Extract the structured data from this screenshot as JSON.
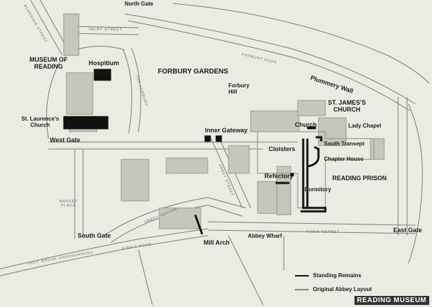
{
  "map": {
    "labels": {
      "north_gate": "North Gate",
      "museum_of_reading": "MUSEUM OF READING",
      "hospitium": "Hospitium",
      "forbury_gardens": "FORBURY GARDENS",
      "plummery_wall": "Plummery Wall",
      "forbury_hill": "Forbury Hill",
      "st_james_church": "ST. JAMES'S CHURCH",
      "st_laurences_church": "St. Laurence's Church",
      "west_gate": "West Gate",
      "inner_gateway": "Inner Gateway",
      "church": "Church",
      "lady_chapel": "Lady Chapel",
      "south_transept": "South Transept",
      "cloisters": "Cloisters",
      "chapter_house": "Chapter House",
      "refectory": "Refectory",
      "reading_prison": "READING PRISON",
      "dormitory": "Dormitory",
      "south_gate": "South Gate",
      "mill_arch": "Mill Arch",
      "abbey_wharf": "Abbey Wharf",
      "east_gate": "East Gate"
    },
    "streets": {
      "blagrave_street": "BLAGRAVE STREET",
      "valpy_street": "VALPY STREET",
      "the_forbury": "THE FORBURY",
      "forbury_road": "FORBURY ROAD",
      "abbey_street": "ABBEY STREET",
      "market_place": "MARKET PLACE",
      "abbey_square": "ABBEY SQUARE",
      "kings_road": "KING'S ROAD",
      "river_kennet": "RIVER KENNET",
      "holy_brook_underground": "HOLY BROOK UNDERGROUND"
    },
    "legend": {
      "standing_remains": "Standing Remains",
      "original_abbey_layout": "Original Abbey Layout"
    },
    "credit": "READING MUSEUM",
    "colors": {
      "background": "#ebebe4",
      "standing_remains": "#111111",
      "original_abbey_layout": "#8a8a82",
      "buildings": "#b9b9b0",
      "roads": "#7a7a72"
    }
  }
}
